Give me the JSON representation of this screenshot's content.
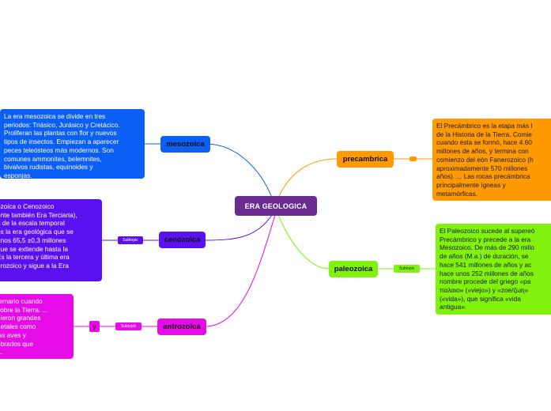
{
  "central": {
    "label": "ERA GEOLOGICA",
    "color": "#6a2c91"
  },
  "topics": {
    "mesozoica": {
      "label": "mesozoica",
      "color": "#0b5ff5",
      "description": "La era mesozoica se divide en tres\nperiodos: Triásico, Jurásico y Cretácico.\nProliferan las plantas con flor y nuevos\ntipos de insectos. Empiezan a aparecer\npeces teleósteos más modernos. Son\ncomunes ammonites, belemnites,\nbivalvos rudistas, equinoides y\nesponjas."
    },
    "cenozoica": {
      "label": "cenozoica",
      "color": "#5b10f0",
      "subtopic": "Subtopic",
      "description": "ozoica o Cenozoico\nente también Era Terciaria),\nn de la escala temporal\nes la era geológica que se\nunos 65,5 ±0,3 millones\nque se extiende hasta la\n Es la tercera y última era\nerozoico y sigue a la Era"
    },
    "antrozoica": {
      "label": "antrozoica",
      "color": "#e60ce8",
      "subtopic": "Subtopic",
      "connector": "y",
      "description": "ternario cuando\n sobre la Tierra. ...\nuieron grandes\ngetales como\nias aves y\nebrados que\na."
    },
    "precambrica": {
      "label": "precambrica",
      "color": "#ff9a05",
      "description": "El Precámbrico es la etapa más l\nde la Historia de la Tierra. Comie\ncuando ésta se formó, hace 4.60\nmillones de años, y termina con \ncomienzo del eón Fanerozoico (h\naproximadamente 570 millones \naños). ... Las rocas precámbrica\nprincipalmente ígneas y\nmetamórficas."
    },
    "paleozoica": {
      "label": "paleozoica",
      "color": "#80f20d",
      "subtopic": "Subtopic",
      "description": "El Paleozoico sucede al supereó\nPrecámbrico y precede a la era \nMesozoico. De más de 290 millo\nde años (M.a.) de duración, se \nhace 541 millones de años y ac\nhace unos 252 millones de años\nnombre procede del griego «pa\nπαλαιο» («viejo») y «zoe/ζωη»\n(«vida»), que significa «vida\nantigua»."
    }
  }
}
